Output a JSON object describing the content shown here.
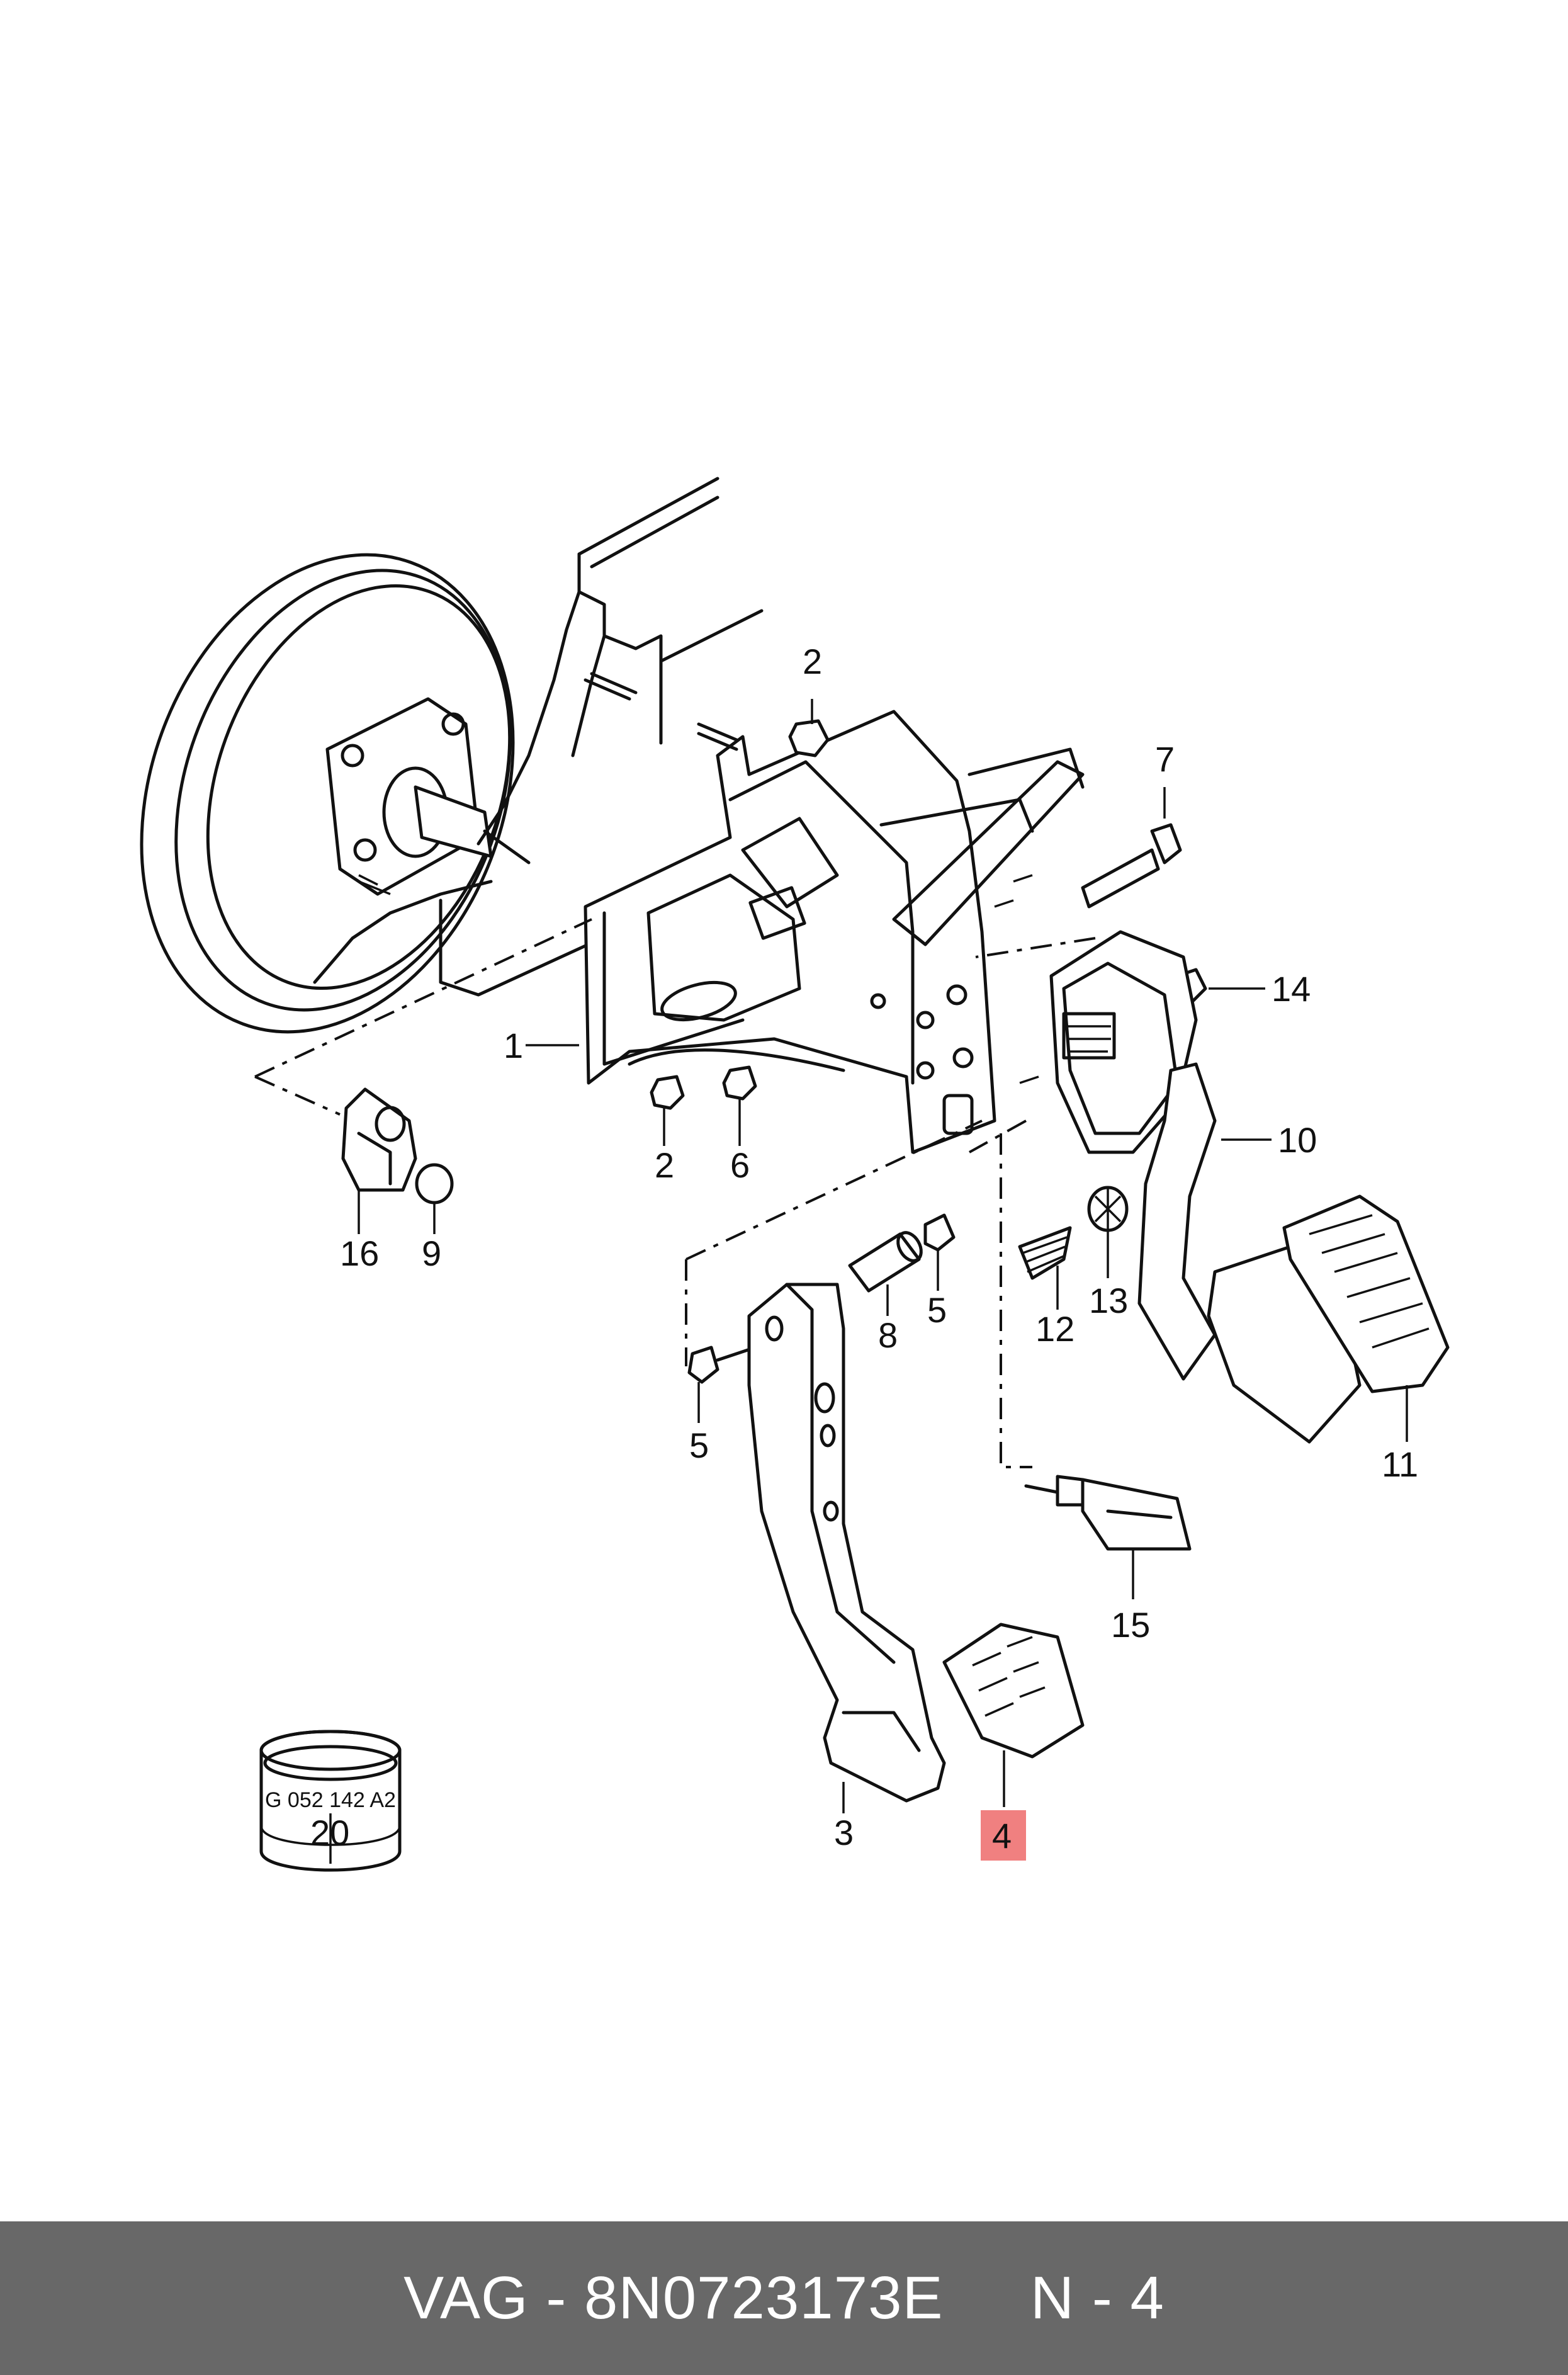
{
  "footer": {
    "brand": "VAG",
    "separator": " - ",
    "part_number": "8N0723173E",
    "position": "N - 4"
  },
  "highlight_color": "#f08080",
  "highlighted_label": "4",
  "stamp_text": "G 052 142 A2",
  "callouts": {
    "c1": "1",
    "c2a": "2",
    "c2b": "2",
    "c3": "3",
    "c4": "4",
    "c5a": "5",
    "c5b": "5",
    "c6": "6",
    "c7": "7",
    "c8": "8",
    "c9": "9",
    "c10": "10",
    "c11": "11",
    "c12": "12",
    "c13": "13",
    "c14": "14",
    "c15": "15",
    "c16": "16",
    "c20": "20"
  }
}
